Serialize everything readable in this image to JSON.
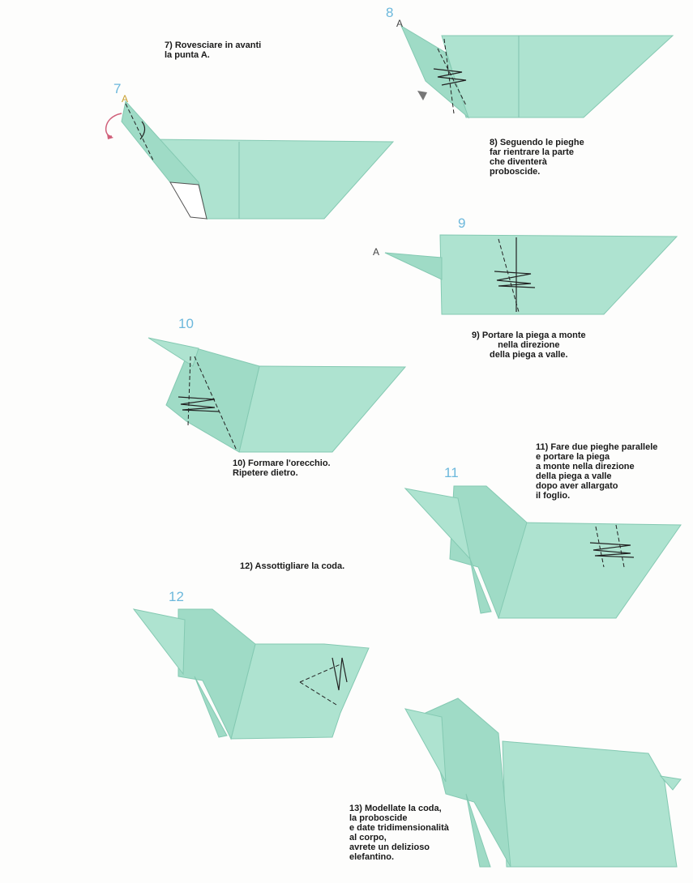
{
  "steps": [
    {
      "number": "7",
      "point_label": "A",
      "caption": "7) Rovesciare in avanti\nla punta A."
    },
    {
      "number": "8",
      "point_label": "A",
      "caption": "8) Seguendo le pieghe\nfar rientrare la parte\nche diventerà\nproboscide."
    },
    {
      "number": "9",
      "point_label": "A",
      "caption": "9) Portare la piega a monte\nnella direzione\ndella piega a valle."
    },
    {
      "number": "10",
      "caption": "10) Formare l'orecchio.\nRipetere dietro."
    },
    {
      "number": "11",
      "caption": "11) Fare due pieghe parallele\ne portare la piega\na monte nella direzione\ndella piega a valle\ndopo aver allargato\nil foglio."
    },
    {
      "number": "12",
      "caption": "12) Assottigliare la coda."
    },
    {
      "number": "13",
      "caption": "13) Modellate la coda,\nla proboscide\ne date tridimensionalità\nal corpo,\navrete un delizioso\nelefantino."
    }
  ],
  "colors": {
    "paper": "#aee3d0",
    "step_number": "#6cb8dc",
    "arrow_accent": "#d0607a"
  }
}
